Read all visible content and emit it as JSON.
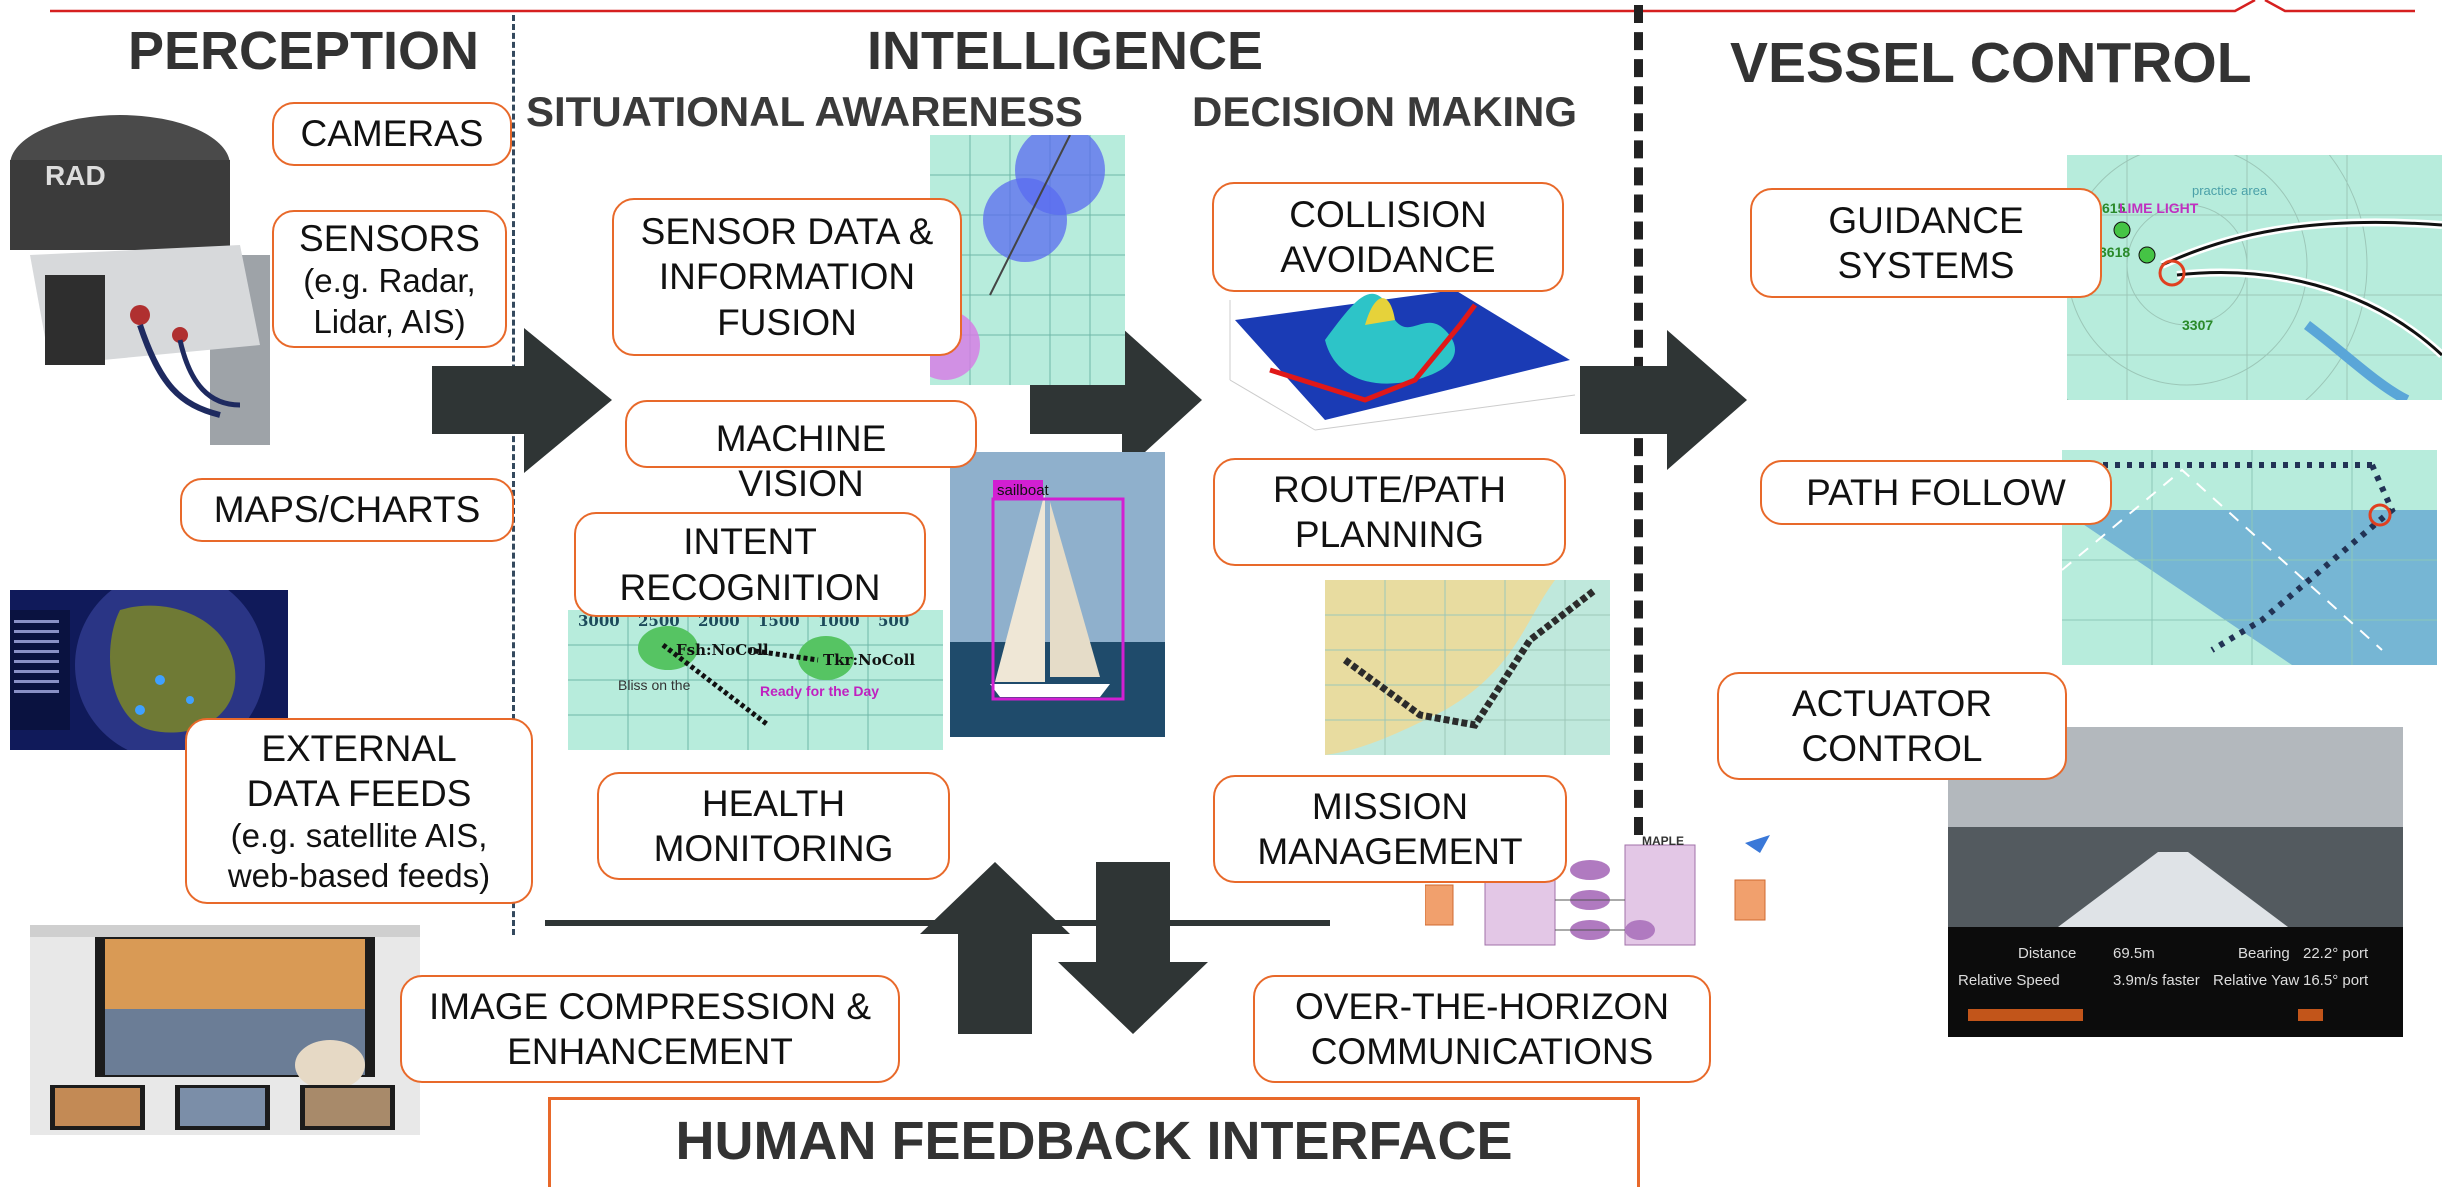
{
  "colors": {
    "accent": "#e8692a",
    "top_line": "#d62020",
    "arrow": "#2f3535",
    "text": "#333333"
  },
  "headers": {
    "perception": "PERCEPTION",
    "intelligence": "INTELLIGENCE",
    "situational_awareness": "SITUATIONAL AWARENESS",
    "decision_making": "DECISION MAKING",
    "vessel_control": "VESSEL CONTROL",
    "human_feedback": "HUMAN FEEDBACK INTERFACE"
  },
  "perception": {
    "cameras": "CAMERAS",
    "sensors": {
      "title": "SENSORS",
      "sub1": "(e.g. Radar,",
      "sub2": "Lidar, AIS)"
    },
    "maps": "MAPS/CHARTS",
    "external": {
      "line1": "EXTERNAL",
      "line2": "DATA FEEDS",
      "sub1": "(e.g. satellite AIS,",
      "sub2": "web-based feeds)"
    }
  },
  "situational": {
    "fusion": {
      "line1": "SENSOR DATA &",
      "line2": "INFORMATION",
      "line3": "FUSION"
    },
    "machine_vision": {
      "line1": "MACHINE",
      "line2": "VISION"
    },
    "intent": {
      "line1": "INTENT",
      "line2": "RECOGNITION"
    },
    "health": {
      "line1": "HEALTH",
      "line2": "MONITORING"
    },
    "sailboat_label": "sailboat",
    "chart_labels": {
      "depths": [
        "3000",
        "2500",
        "2000",
        "1500",
        "1000",
        "500"
      ],
      "tag1": "Fsh:NoColl",
      "tag2": "Tkr:NoColl",
      "vessel1": "Bliss on the",
      "vessel2": "Ready for the Day"
    }
  },
  "decision": {
    "collision": {
      "line1": "COLLISION",
      "line2": "AVOIDANCE"
    },
    "route": {
      "line1": "ROUTE/PATH",
      "line2": "PLANNING"
    },
    "mission": {
      "line1": "MISSION",
      "line2": "MANAGEMENT"
    },
    "maple_title": "MAPLE"
  },
  "vessel": {
    "guidance": {
      "line1": "GUIDANCE",
      "line2": "SYSTEMS"
    },
    "path_follow": "PATH FOLLOW",
    "actuator": {
      "line1": "ACTUATOR",
      "line2": "CONTROL"
    },
    "guidance_labels": {
      "lime_light": "LIME LIGHT",
      "practice_area": "practice area",
      "num1": "615",
      "num2": "3618",
      "num3": "3307"
    },
    "hud": {
      "distance_label": "Distance",
      "distance_value": "69.5m",
      "bearing_label": "Bearing",
      "bearing_value": "22.2° port",
      "speed_label": "Relative Speed",
      "speed_value": "3.9m/s faster",
      "yaw_label": "Relative Yaw",
      "yaw_value": "16.5° port"
    }
  },
  "bottom": {
    "compression": {
      "line1": "IMAGE COMPRESSION &",
      "line2": "ENHANCEMENT"
    },
    "oth": {
      "line1": "OVER-THE-HORIZON",
      "line2": "COMMUNICATIONS"
    }
  }
}
